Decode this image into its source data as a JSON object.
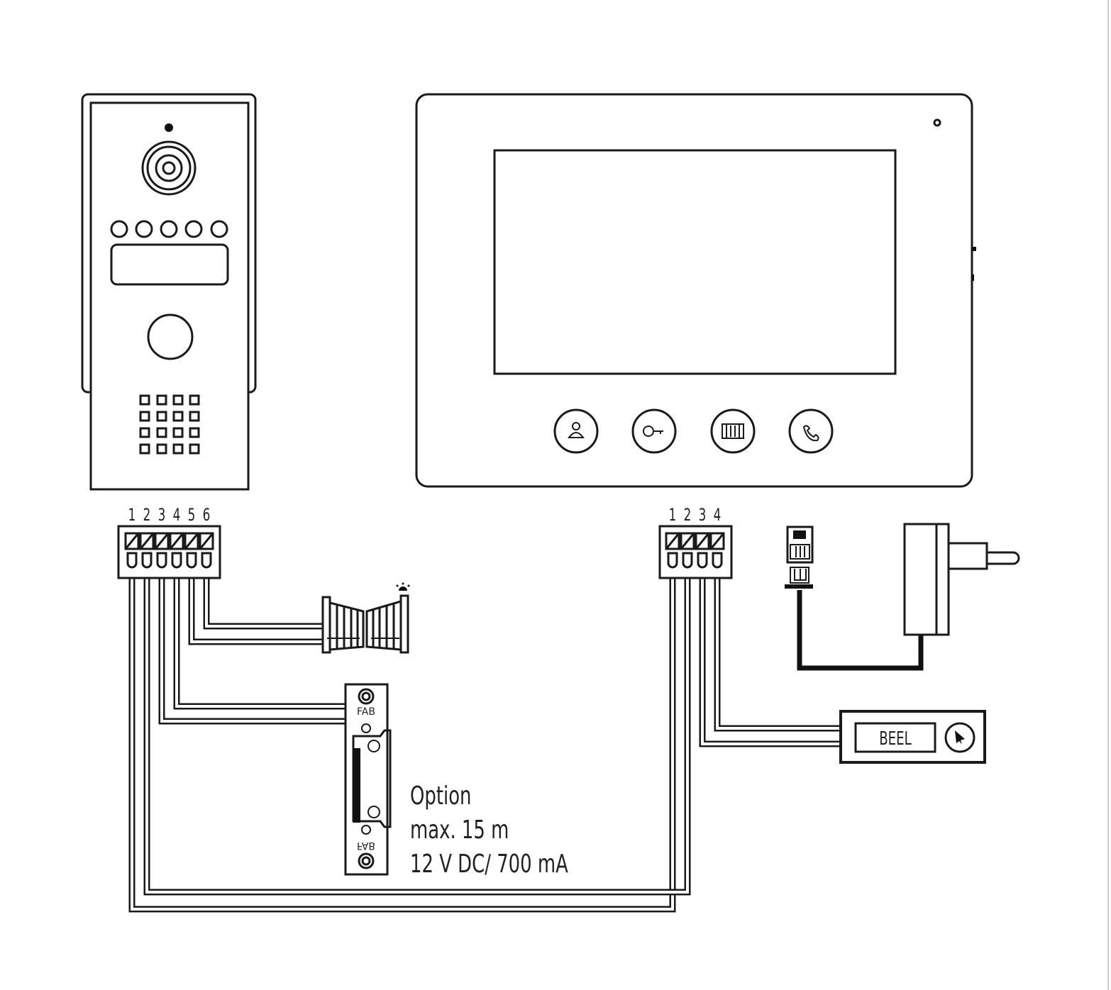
{
  "door_station": {
    "terminal_numbers": [
      "1",
      "2",
      "3",
      "4",
      "5",
      "6"
    ]
  },
  "monitor": {
    "terminal_numbers": [
      "1",
      "2",
      "3",
      "4"
    ],
    "buttons": [
      {
        "icon": "person-icon"
      },
      {
        "icon": "key-icon"
      },
      {
        "icon": "gate-icon"
      },
      {
        "icon": "phone-icon"
      }
    ]
  },
  "door_lock": {
    "brand_top": "FAB",
    "brand_bottom": "FAB"
  },
  "doorbell": {
    "label": "BEEL"
  },
  "note": {
    "line1": "Option",
    "line2": "max. 15 m",
    "line3": "12 V DC/ 700 mA"
  }
}
